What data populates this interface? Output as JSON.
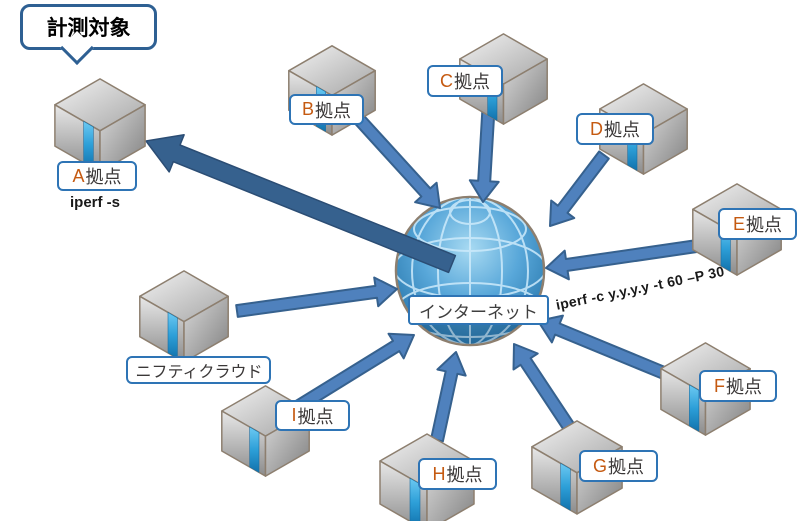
{
  "callout": {
    "text": "計測対象"
  },
  "internet": {
    "label": "インターネット"
  },
  "commands": {
    "server": "iperf -s",
    "client": "iperf -c  y.y.y.y  -t 60 –P 30"
  },
  "nodes": [
    {
      "id": "a",
      "letter": "A",
      "suffix": "拠点",
      "label": "A拠点"
    },
    {
      "id": "b",
      "letter": "B",
      "suffix": "拠点",
      "label": "B拠点"
    },
    {
      "id": "c",
      "letter": "C",
      "suffix": "拠点",
      "label": "C拠点"
    },
    {
      "id": "d",
      "letter": "D",
      "suffix": "拠点",
      "label": "D拠点"
    },
    {
      "id": "e",
      "letter": "E",
      "suffix": "拠点",
      "label": "E拠点"
    },
    {
      "id": "f",
      "letter": "F",
      "suffix": "拠点",
      "label": "F拠点"
    },
    {
      "id": "g",
      "letter": "G",
      "suffix": "拠点",
      "label": "G拠点"
    },
    {
      "id": "h",
      "letter": "H",
      "suffix": "拠点",
      "label": "H拠点"
    },
    {
      "id": "i",
      "letter": "I",
      "suffix": "拠点",
      "label": "I拠点"
    },
    {
      "id": "nifty-cloud",
      "letter": "",
      "suffix": "ニフティクラウド",
      "label": "ニフティクラウド"
    }
  ],
  "colors": {
    "arrow_fill": "#4f81bd",
    "arrow_border": "#36618e",
    "big_arrow_fill": "#36618e",
    "big_arrow_border": "#2b4d74",
    "label_border": "#2e74b5",
    "callout_border": "#2e6093",
    "node_letter": "#c55a11",
    "node_text": "#3b3838",
    "globe_light": "#a8daf2",
    "globe_dark": "#1a699f",
    "cube_stripe": "#2d9fd8"
  }
}
